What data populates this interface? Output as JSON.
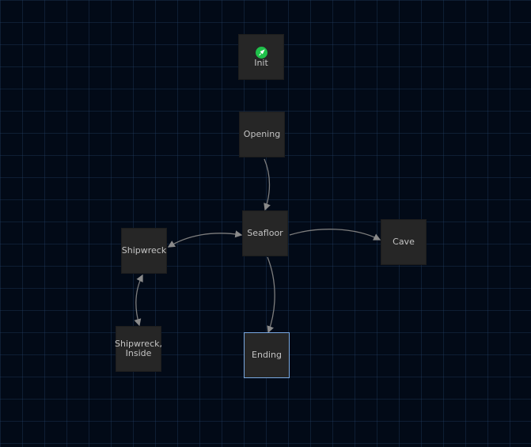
{
  "graph": {
    "nodes": [
      {
        "id": "init",
        "label": "Init",
        "start": true,
        "icon": "rocket-icon"
      },
      {
        "id": "opening",
        "label": "Opening"
      },
      {
        "id": "seafloor",
        "label": "Seafloor"
      },
      {
        "id": "shipwreck",
        "label": "Shipwreck"
      },
      {
        "id": "cave",
        "label": "Cave"
      },
      {
        "id": "shipwreck-inside",
        "label": "Shipwreck,\nInside"
      },
      {
        "id": "ending",
        "label": "Ending",
        "selected": true
      }
    ],
    "edges": [
      {
        "from": "opening",
        "to": "seafloor"
      },
      {
        "from": "seafloor",
        "to": "shipwreck",
        "bidirectional": true
      },
      {
        "from": "seafloor",
        "to": "cave"
      },
      {
        "from": "seafloor",
        "to": "ending"
      },
      {
        "from": "shipwreck",
        "to": "shipwreck-inside",
        "bidirectional": true
      }
    ]
  },
  "colors": {
    "background": "#020a17",
    "node_fill": "#262626",
    "selected_border": "#79a9e2",
    "start_badge": "#1fc04a",
    "edge": "#7d7d7d"
  }
}
